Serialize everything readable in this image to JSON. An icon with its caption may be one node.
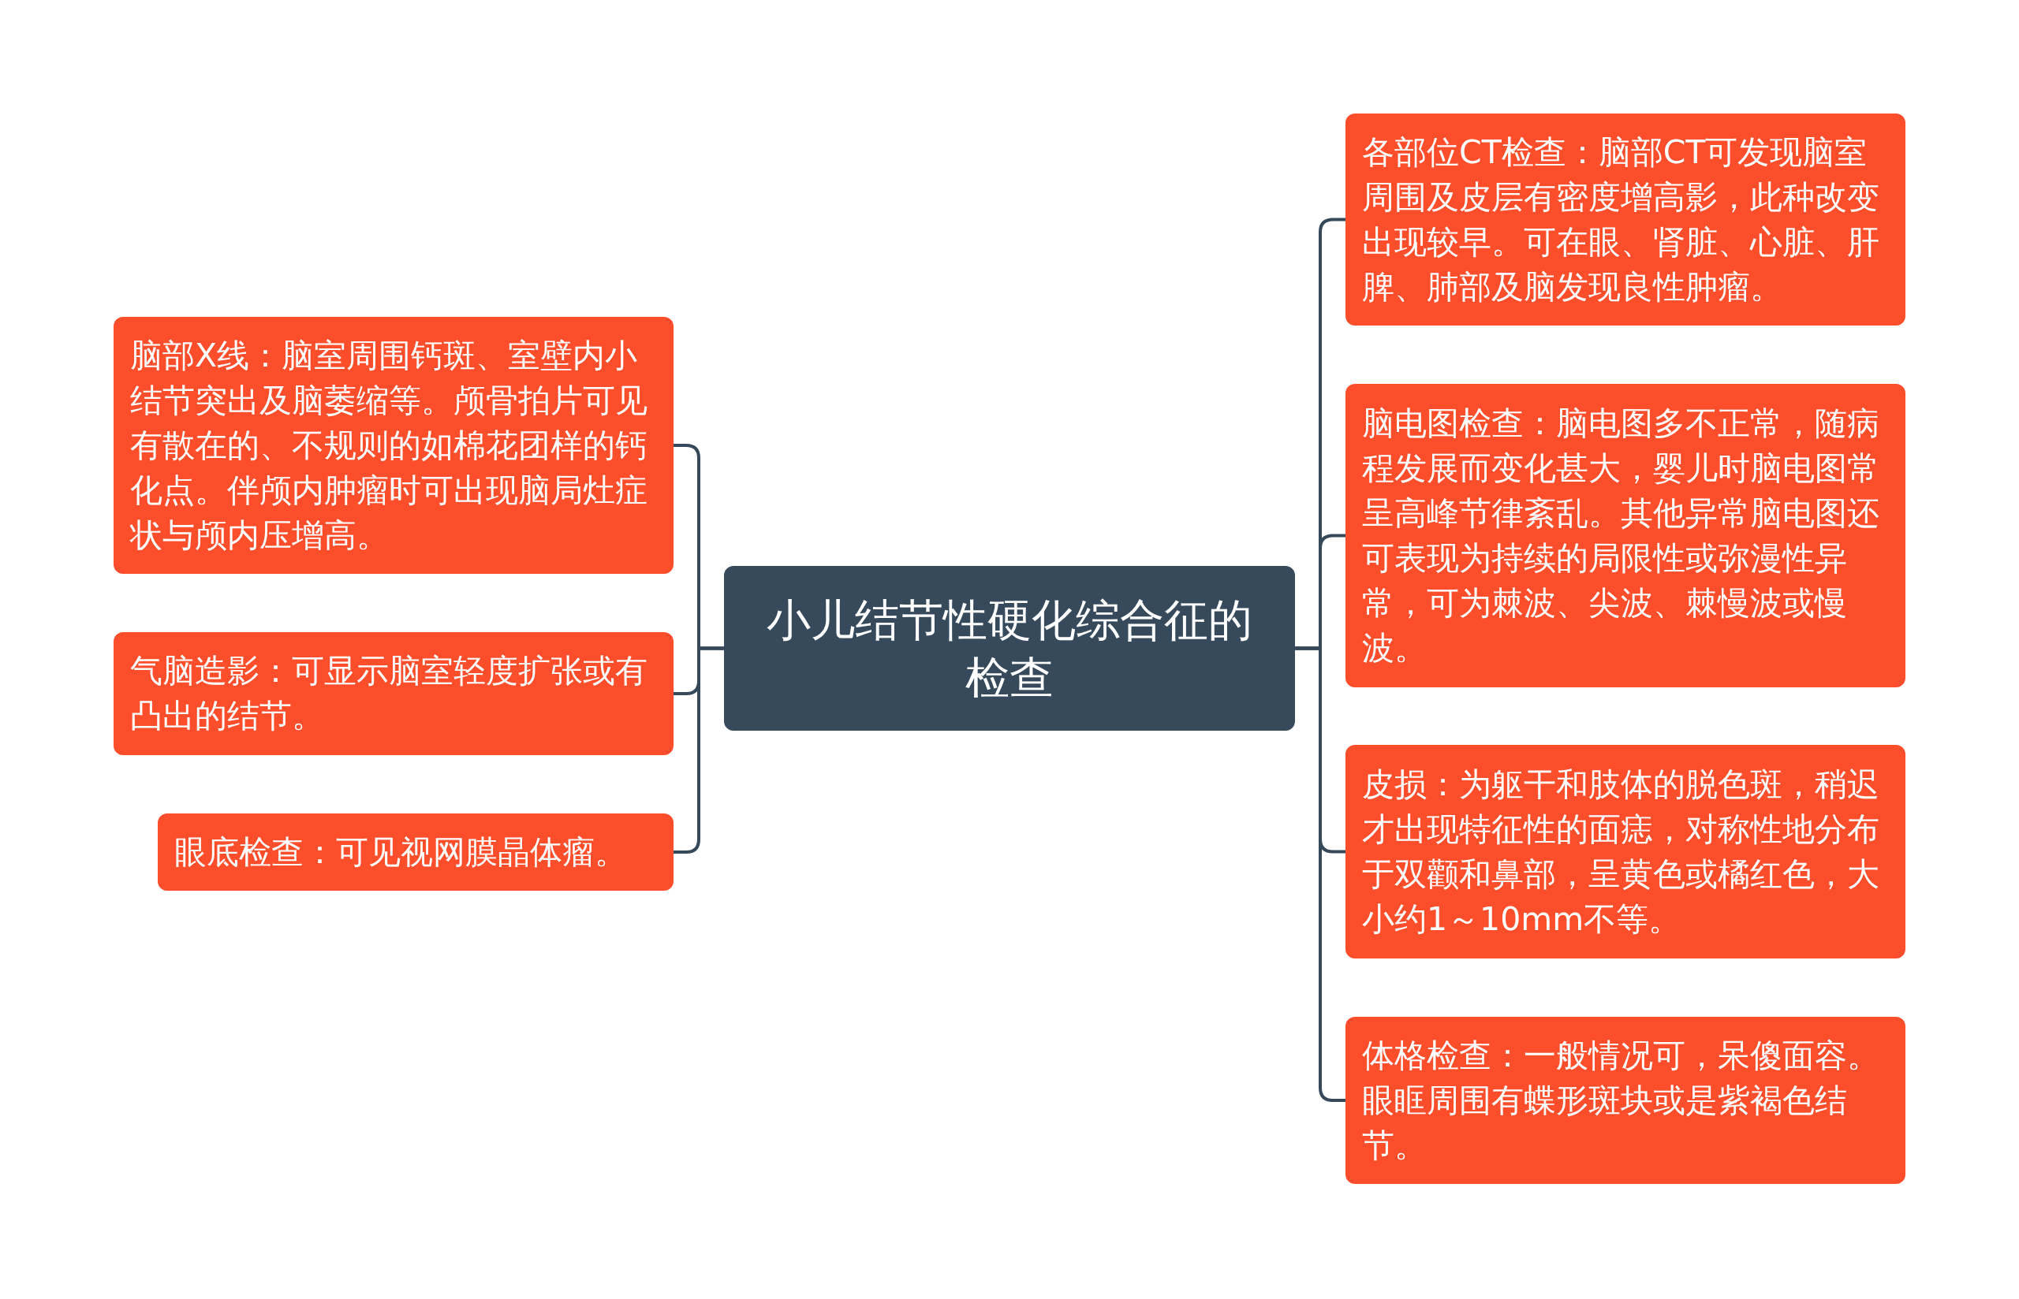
{
  "diagram": {
    "nodes": [
      {
        "text": [
          "小儿结节性硬化综合征的检查"
        ]
      },
      {
        "text": [
          "脑部X线：脑室周围钙斑、室壁内小结节突出及脑萎缩等。颅骨拍片可见有散在的、不规则的如棉花团样的钙化点。伴颅内肿瘤时可出现脑局灶症状与颅内压增高。"
        ]
      },
      {
        "text": [
          "气脑造影：可显示脑室轻度扩张或有凸出的结节。"
        ]
      },
      {
        "text": [
          "眼底检查：可见视网膜晶体瘤。"
        ]
      },
      {
        "text": [
          "各部位CT检查：脑部CT可发现脑室周围及皮层有密度增高影，此种改变出现较早。可在眼、肾脏、心脏、肝脾、肺部及脑发现良性肿瘤。"
        ]
      },
      {
        "text": [
          "脑电图检查：脑电图多不正常，随病程发展而变化甚大，婴儿时脑电图常呈高峰节律紊乱。其他异常脑电图还可表现为持续的局限性或弥漫性异常，可为棘波、尖波、棘慢波或慢波。"
        ]
      },
      {
        "text": [
          "皮损：为躯干和肢体的脱色斑，稍迟才出现特征性的面痣，对称性地分布于双颧和鼻部，呈黄色或橘红色，大小约1～10mm不等。"
        ]
      },
      {
        "text": [
          "体格检查：一般情况可，呆傻面容。眼眶周围有蝶形斑块或是紫褐色结节。"
        ]
      }
    ],
    "edges": [
      {
        "from": 0,
        "to": 1,
        "arrow": "none"
      },
      {
        "from": 0,
        "to": 2,
        "arrow": "none"
      },
      {
        "from": 0,
        "to": 3,
        "arrow": "none"
      },
      {
        "from": 0,
        "to": 4,
        "arrow": "none"
      },
      {
        "from": 0,
        "to": 5,
        "arrow": "none"
      },
      {
        "from": 0,
        "to": 6,
        "arrow": "none"
      },
      {
        "from": 0,
        "to": 7,
        "arrow": "none"
      }
    ]
  }
}
